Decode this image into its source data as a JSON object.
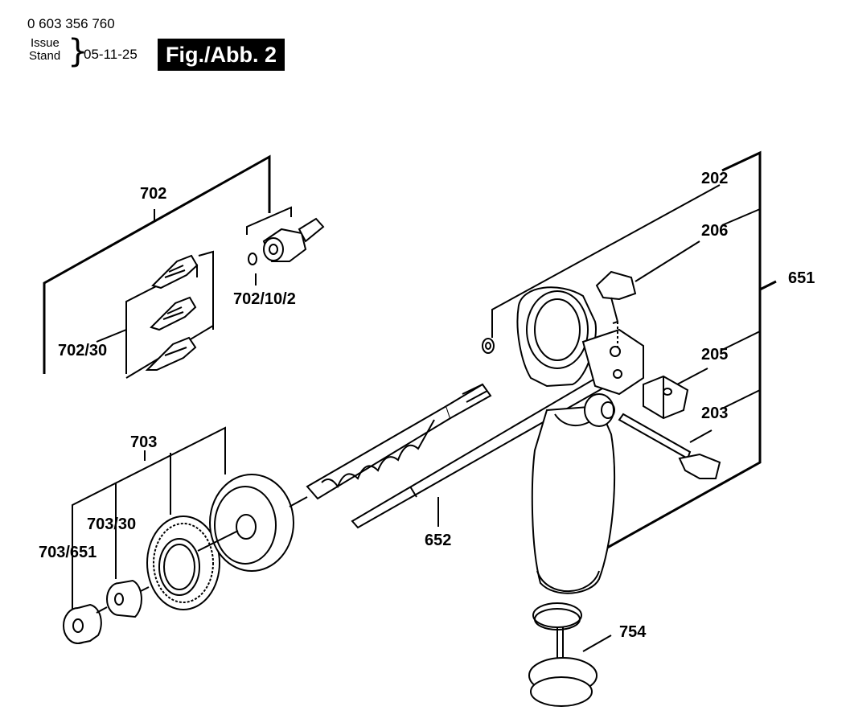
{
  "header": {
    "part_number": "0 603 356 760",
    "issue_label": "Issue",
    "stand_label": "Stand",
    "issue_date": "05-11-25",
    "figure_label": "Fig./Abb. 2"
  },
  "callouts": {
    "c702": "702",
    "c702_10_2": "702/10/2",
    "c702_30": "702/30",
    "c703": "703",
    "c703_30": "703/30",
    "c703_651": "703/651",
    "c652": "652",
    "c754": "754",
    "c202": "202",
    "c206": "206",
    "c651": "651",
    "c205": "205",
    "c203": "203"
  },
  "colors": {
    "ink": "#000000",
    "background": "#ffffff",
    "figure_badge": "#000000"
  }
}
